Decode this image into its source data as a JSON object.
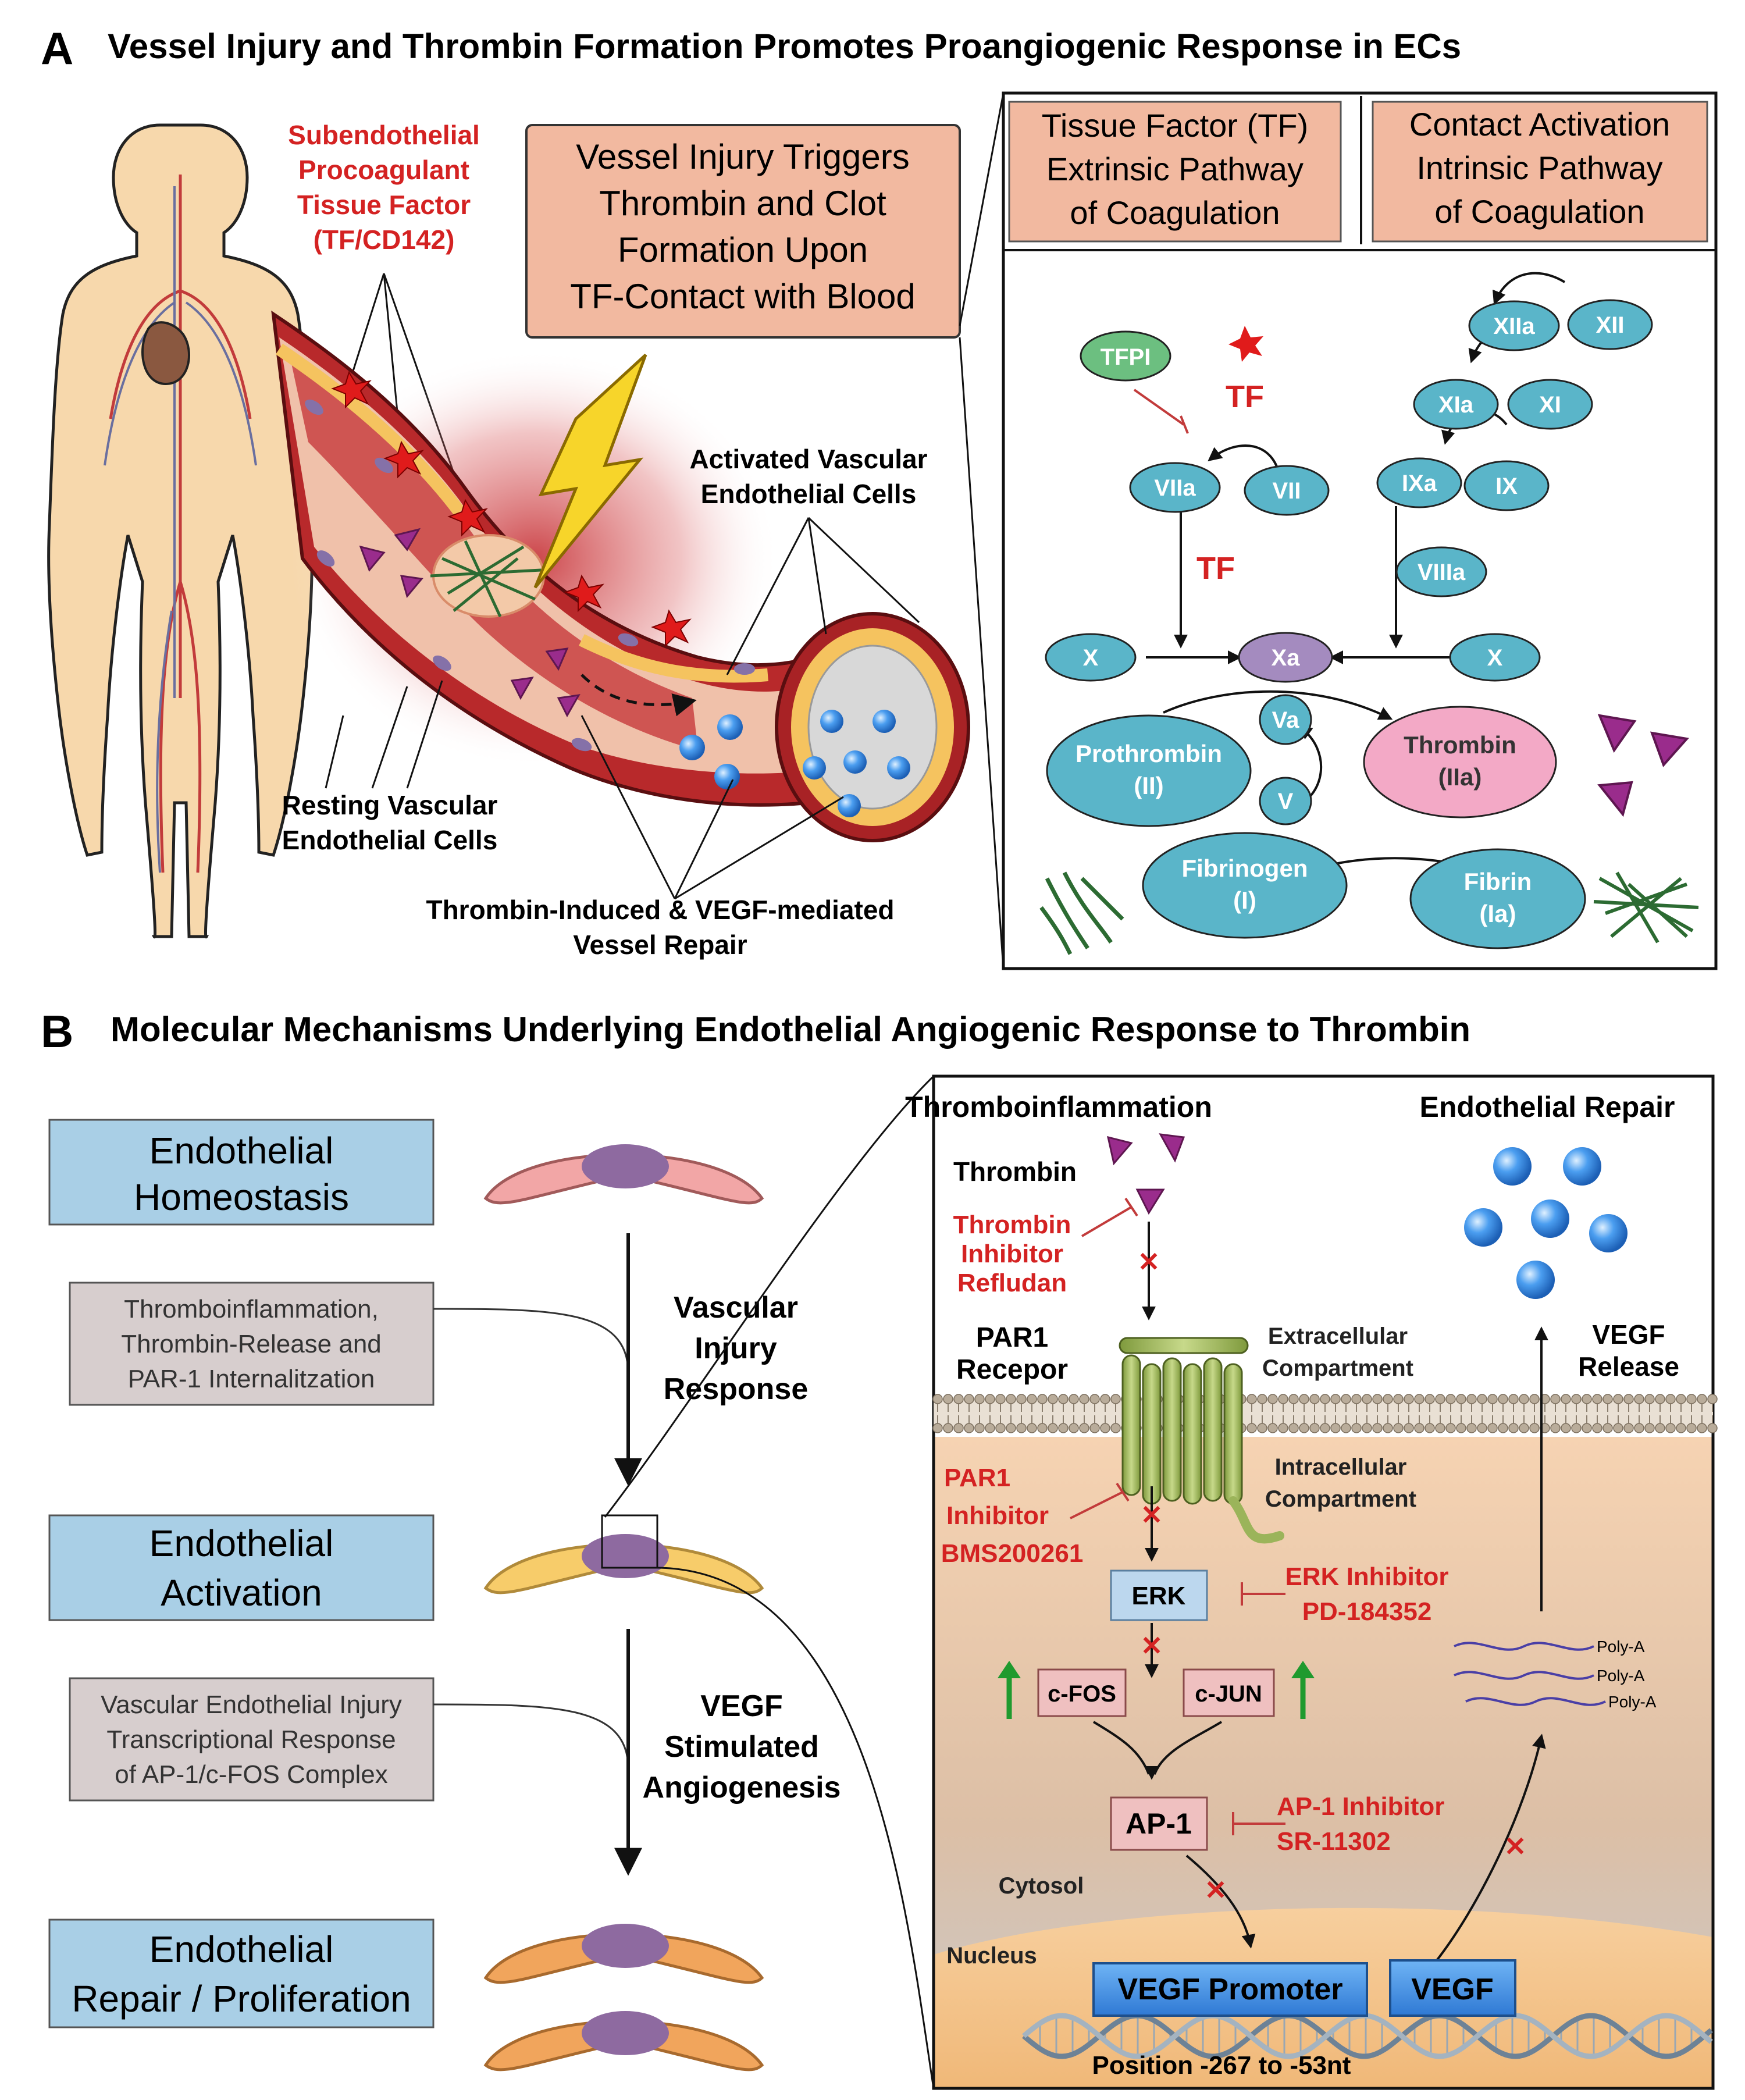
{
  "panel_a": {
    "letter": "A",
    "title": "Vessel Injury and Thrombin Formation Promotes Proangiogenic Response in ECs",
    "tf_label": [
      "Subendothelial",
      "Procoagulant",
      "Tissue Factor",
      "(TF/CD142)"
    ],
    "injury_box": [
      "Vessel Injury Triggers",
      "Thrombin and Clot",
      "Formation Upon",
      "TF-Contact with Blood"
    ],
    "activated_label": [
      "Activated Vascular",
      "Endothelial Cells"
    ],
    "resting_label": [
      "Resting Vascular",
      "Endothelial Cells"
    ],
    "repair_label": [
      "Thrombin-Induced & VEGF-mediated",
      "Vessel Repair"
    ],
    "cascade": {
      "extrinsic_header": [
        "Tissue Factor (TF)",
        "Extrinsic Pathway",
        "of Coagulation"
      ],
      "intrinsic_header": [
        "Contact Activation",
        "Intrinsic Pathway",
        "of Coagulation"
      ],
      "nodes": {
        "tfpi": "TFPI",
        "tf1": "TF",
        "tf2": "TF",
        "viia": "VIIa",
        "vii": "VII",
        "xiia": "XIIa",
        "xii": "XII",
        "xia": "XIa",
        "xi": "XI",
        "ixa": "IXa",
        "ix": "IX",
        "viiia": "VIIIa",
        "x_left": "X",
        "xa": "Xa",
        "x_right": "X",
        "va": "Va",
        "v": "V",
        "prothrombin": [
          "Prothrombin",
          "(II)"
        ],
        "thrombin": [
          "Thrombin",
          "(IIa)"
        ],
        "fibrinogen": [
          "Fibrinogen",
          "(I)"
        ],
        "fibrin": [
          "Fibrin",
          "(Ia)"
        ]
      }
    }
  },
  "panel_b": {
    "letter": "B",
    "title": "Molecular Mechanisms Underlying Endothelial Angiogenic Response to Thrombin",
    "stage_homeostasis": [
      "Endothelial",
      "Homeostasis"
    ],
    "stage_activation": [
      "Endothelial",
      "Activation"
    ],
    "stage_repair": [
      "Endothelial",
      "Repair / Proliferation"
    ],
    "note_thrombo": [
      "Thromboinflammation,",
      "Thrombin-Release and",
      "PAR-1 Internalitzation"
    ],
    "note_ap1": [
      "Vascular Endothelial Injury",
      "Transcriptional Response",
      "of AP-1/c-FOS Complex"
    ],
    "arrow_injury": [
      "Vascular",
      "Injury",
      "Response"
    ],
    "arrow_vegf": [
      "VEGF",
      "Stimulated",
      "Angiogenesis"
    ],
    "mech": {
      "thromboinflammation": "Thromboinflammation",
      "endothelial_repair": "Endothelial Repair",
      "thrombin": "Thrombin",
      "thrombin_inhibitor": [
        "Thrombin",
        "Inhibitor",
        "Refludan"
      ],
      "par1_receptor": [
        "PAR1",
        "Recepor"
      ],
      "extracellular": [
        "Extracellular",
        "Compartment"
      ],
      "intracellular": [
        "Intracellular",
        "Compartment"
      ],
      "vegf_release": [
        "VEGF",
        "Release"
      ],
      "par1_inhibitor": [
        "PAR1",
        "Inhibitor",
        "BMS200261"
      ],
      "erk": "ERK",
      "erk_inhibitor": [
        "ERK Inhibitor",
        "PD-184352"
      ],
      "cfos": "c-FOS",
      "cjun": "c-JUN",
      "ap1": "AP-1",
      "ap1_inhibitor": [
        "AP-1 Inhibitor",
        "SR-11302"
      ],
      "polya": [
        "Poly-A",
        "Poly-A",
        "Poly-A"
      ],
      "cytosol": "Cytosol",
      "nucleus": "Nucleus",
      "vegf_promoter": "VEGF Promoter",
      "vegf_gene": "VEGF",
      "position": "Position -267 to -53nt"
    }
  },
  "colors": {
    "inhibitor_red": "#d42222",
    "node_teal": "#5ab5c9",
    "header_salmon": "#f2b9a0",
    "stage_blue": "#a9cfe6",
    "thrombin_pink": "#f3a9c6",
    "xa_purple": "#a48bbf",
    "cell_yellow": "#f4c35d",
    "cell_pink": "#f2a6a6"
  }
}
